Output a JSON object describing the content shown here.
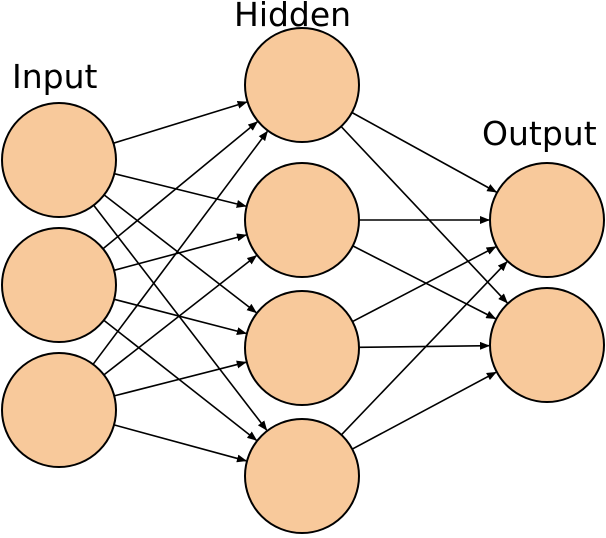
{
  "colors": {
    "neuron_fill": "#f8c99b",
    "stroke": "#000000",
    "background": "#ffffff"
  },
  "layers": [
    {
      "label": "Input",
      "count": 3
    },
    {
      "label": "Hidden",
      "count": 4
    },
    {
      "label": "Output",
      "count": 2
    }
  ],
  "connectivity": "fully-connected"
}
